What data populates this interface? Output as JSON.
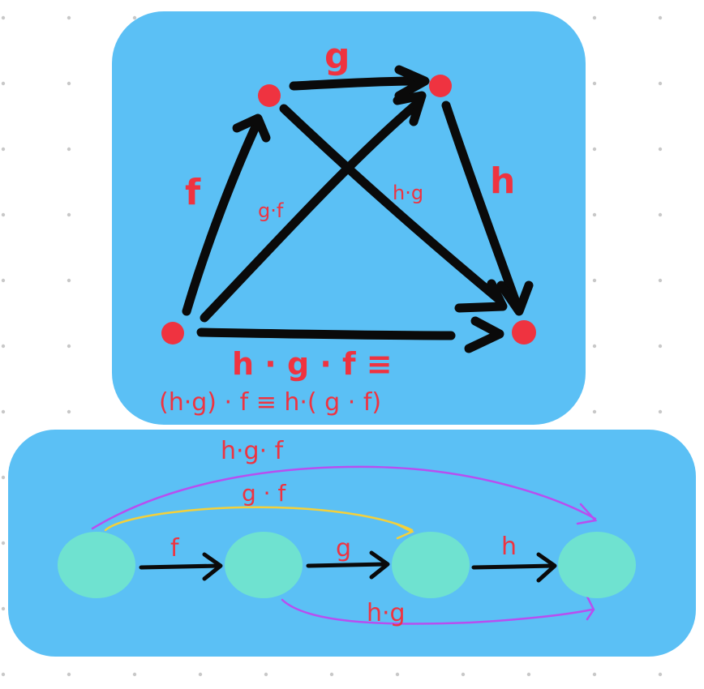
{
  "top_diagram": {
    "morphisms": {
      "f": "f",
      "g": "g",
      "h": "h",
      "gf": "g·f",
      "hg": "h·g"
    },
    "equation_line1": "h · g · f ≡",
    "equation_line2": "(h·g) · f ≡ h·( g · f)"
  },
  "bottom_diagram": {
    "labels": {
      "hgf": "h·g· f",
      "gf": "g · f",
      "f": "f",
      "g": "g",
      "h": "h",
      "hg": "h·g"
    }
  },
  "colors": {
    "panel": "#5bc0f5",
    "ink": "#0a0a0a",
    "red": "#ef3340",
    "node": "#6fe2d0",
    "purple": "#b84ef0",
    "yellow": "#f4d03a",
    "grid_dot": "#c8c8c8"
  }
}
